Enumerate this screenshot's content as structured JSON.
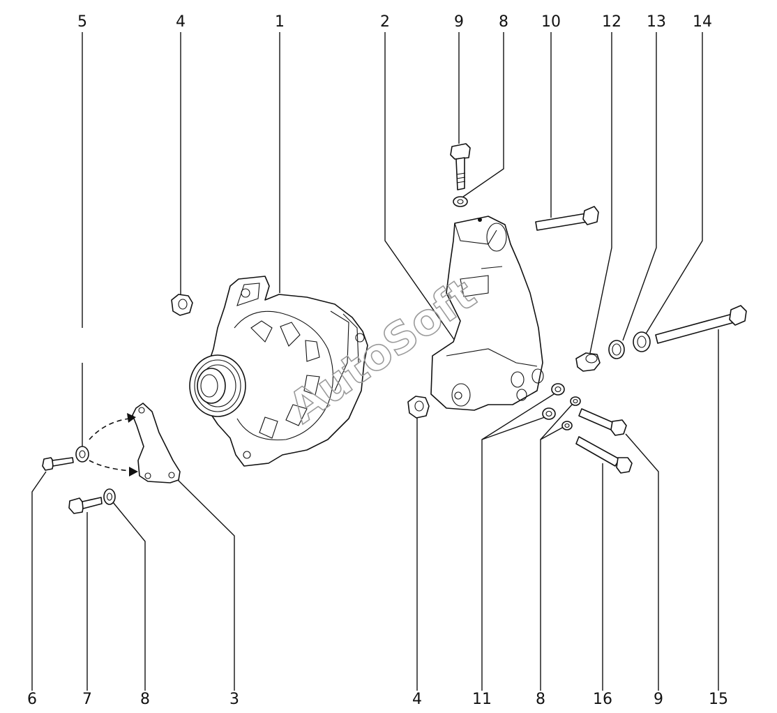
{
  "callouts": {
    "top": [
      "5",
      "4",
      "1",
      "2",
      "9",
      "8",
      "10",
      "12",
      "13",
      "14"
    ],
    "bottom": [
      "6",
      "7",
      "8",
      "3",
      "4",
      "11",
      "8",
      "16",
      "9",
      "15"
    ]
  },
  "watermark": "AutoSoft"
}
